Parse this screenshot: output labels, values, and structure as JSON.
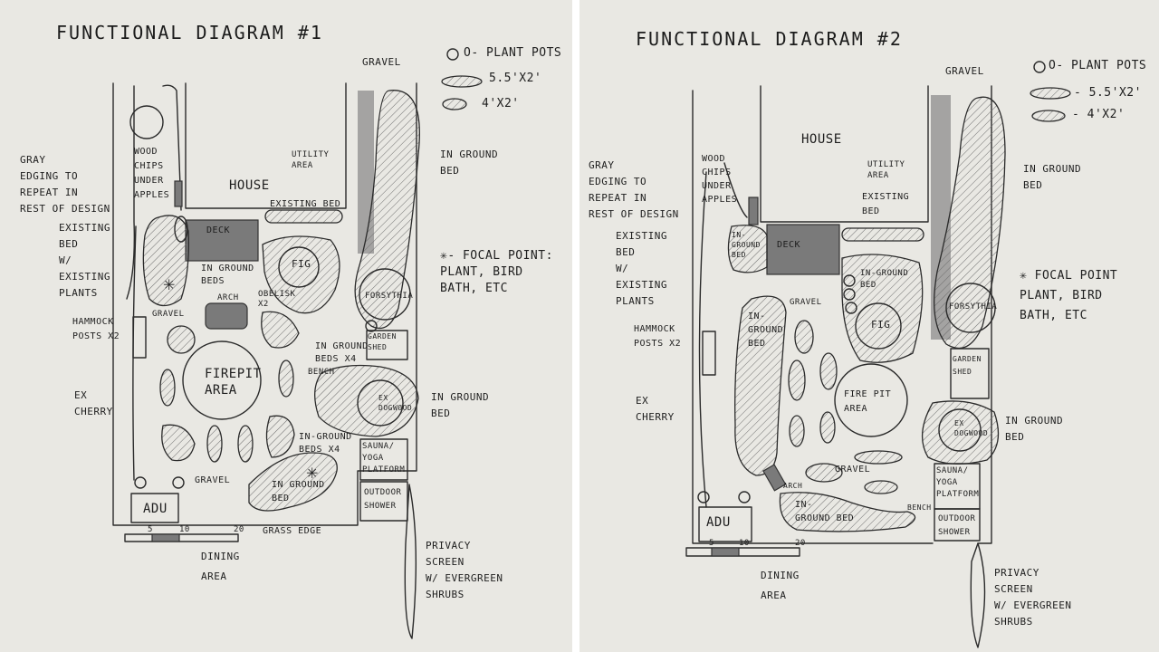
{
  "diagram_1": {
    "title": "FUNCTIONAL  DIAGRAM #1",
    "legend": {
      "pots": "O- PLANT POTS",
      "size_a": "5.5'x2'",
      "size_b": "4'x2'"
    },
    "focal": "✳- FOCAL POINT:\nPLANT, BIRD\nBATH, ETC",
    "labels": {
      "gravel_top": "GRAVEL",
      "gray_edging": "GRAY\nEDGING TO\nREPEAT IN\nREST OF DESIGN",
      "wood_chips": "WOOD\nCHIPS\nUNDER\nAPPLES",
      "house": "HOUSE",
      "utility": "UTILITY\nAREA",
      "inground_top": "IN GROUND\nBED",
      "existing_bed_top": "EXISTING BED",
      "existing_left": "EXISTING\nBED\nW/\nEXISTING\nPLANTS",
      "deck": "DECK",
      "fig": "FIG",
      "inground_beds": "IN GROUND\nBEDS",
      "forsythia": "FORSYTHIA",
      "gravel_mid": "GRAVEL",
      "arch": "ARCH",
      "obelisk": "OBELISK\nX2",
      "hammock": "HAMMOCK\nPOSTS X2",
      "garden_shed": "GARDEN\nSHED",
      "inground_x4": "IN GROUND\nBEDS X4",
      "firepit": "FIREPIT\nAREA",
      "bench": "BENCH",
      "ex_cherry": "EX\nCHERRY",
      "ex_dogwood": "EX\nDOGWOOD",
      "inground_right": "IN GROUND\nBED",
      "inground_x4b": "IN-GROUND\nBEDS X4",
      "sauna": "SAUNA/\nYOGA\nPLATFORM",
      "gravel_low": "GRAVEL",
      "inground_low": "IN GROUND\nBED",
      "outdoor_shower": "OUTDOOR\nSHOWER",
      "adu": "ADU",
      "grass_edge": "GRASS EDGE",
      "scale": [
        "5",
        "10",
        "20"
      ],
      "dining": "DINING\nAREA",
      "privacy": "PRIVACY\nSCREEN\nW/ EVERGREEN\nSHRUBS"
    }
  },
  "diagram_2": {
    "title": "FUNCTIONAL  DIAGRAM #2",
    "legend": {
      "pots": "O- PLANT POTS",
      "size_a": "- 5.5'x2'",
      "size_b": "- 4'x2'"
    },
    "focal": "✳ FOCAL POINT\nPLANT, BIRD\nBATH, ETC",
    "labels": {
      "gravel_top": "GRAVEL",
      "house": "HOUSE",
      "gray_edging": "GRAY\nEDGING TO\nREPEAT IN\nREST OF DESIGN",
      "wood_chips": "WOOD\nCHIPS\nUNDER\nAPPLES",
      "utility": "UTILITY\nAREA",
      "inground_top": "IN GROUND\nBED",
      "existing_bed_top": "EXISTING\nBED",
      "existing_left": "EXISTING\nBED\nW/\nEXISTING\nPLANTS",
      "inground_small": "IN-\nGROUND\nBED",
      "deck": "DECK",
      "inground_fig": "IN-GROUND\nBED",
      "fig": "FIG",
      "forsythia": "FORSYTHIA",
      "gravel_mid": "GRAVEL",
      "inground_left": "IN-\nGROUND\nBED",
      "hammock": "HAMMOCK\nPOSTS X2",
      "garden_shed": "GARDEN\nSHED",
      "firepit": "FIRE PIT\nAREA",
      "ex_cherry": "EX\nCHERRY",
      "ex_dogwood": "EX\nDOGWOOD",
      "inground_right": "IN GROUND\nBED",
      "sauna": "SAUNA/\nYOGA\nPLATFORM",
      "arch": "ARCH",
      "gravel_low": "GRAVEL",
      "bench": "BENCH",
      "inground_low": "IN-\nGROUND  BED",
      "outdoor_shower": "OUTDOOR\nSHOWER",
      "adu": "ADU",
      "scale": [
        "5",
        "10",
        "20"
      ],
      "dining": "DINING\nAREA",
      "privacy": "PRIVACY\nSCREEN\nW/ EVERGREEN\nSHRUBS"
    }
  }
}
